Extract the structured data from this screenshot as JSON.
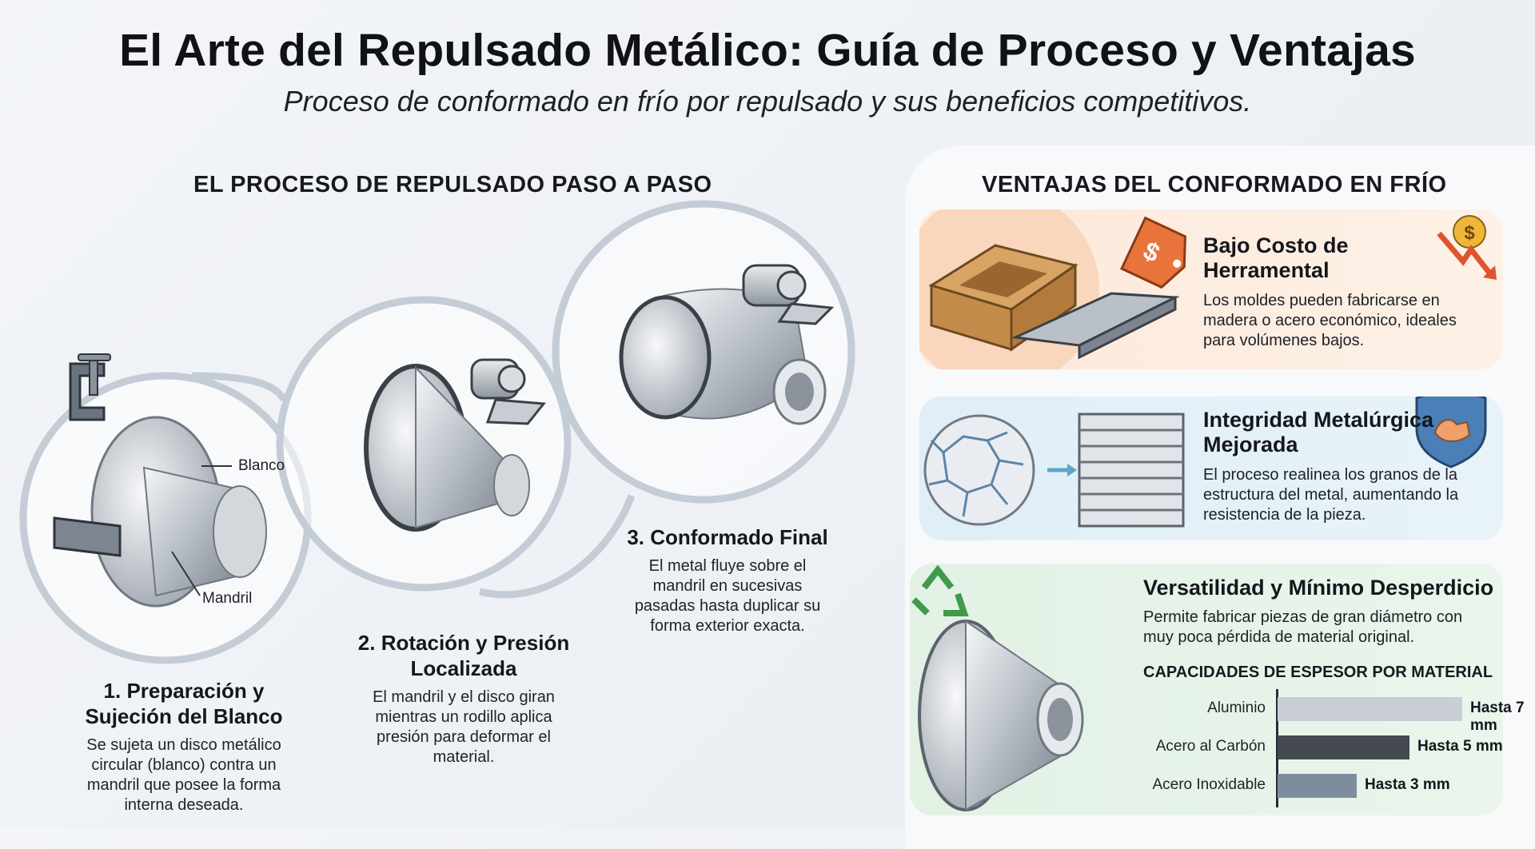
{
  "header": {
    "title": "El Arte del Repulsado Metálico: Guía de Proceso y Ventajas",
    "subtitle": "Proceso de conformado en frío por repulsado y sus beneficios competitivos."
  },
  "process": {
    "heading": "EL PROCESO DE REPULSADO PASO A PASO",
    "callouts": {
      "blank": "Blanco",
      "mandrel": "Mandril"
    },
    "steps": [
      {
        "title": "1. Preparación y Sujeción del Blanco",
        "desc": "Se sujeta un disco metálico circular (blanco) contra un mandril que posee la forma interna deseada."
      },
      {
        "title": "2. Rotación y Presión Localizada",
        "desc": "El mandril y el disco giran mientras un rodillo aplica presión para deformar el material."
      },
      {
        "title": "3. Conformado Final",
        "desc": "El metal fluye sobre el mandril en sucesivas pasadas hasta duplicar su forma exterior exacta."
      }
    ]
  },
  "advantages": {
    "heading": "VENTAJAS DEL CONFORMADO EN FRÍO",
    "cards": [
      {
        "title": "Bajo Costo de Herramental",
        "desc": "Los moldes pueden fabricarse en madera o acero económico, ideales para volúmenes bajos.",
        "icon": "price-tag-icon"
      },
      {
        "title": "Integridad Metalúrgica Mejorada",
        "desc": "El proceso realinea los granos de la estructura del metal, aumentando la resistencia de la pieza.",
        "icon": "shield-strength-icon"
      },
      {
        "title": "Versatilidad y Mínimo Desperdicio",
        "desc": "Permite fabricar piezas de gran diámetro con muy poca pérdida de material original.",
        "icon": "recycle-icon"
      }
    ]
  },
  "chart_data": {
    "type": "bar",
    "orientation": "horizontal",
    "title": "CAPACIDADES DE ESPESOR POR MATERIAL",
    "categories": [
      "Aluminio",
      "Acero al Carbón",
      "Acero Inoxidable"
    ],
    "values": [
      7,
      5,
      3
    ],
    "value_labels": [
      "Hasta 7 mm",
      "Hasta 5 mm",
      "Hasta 3 mm"
    ],
    "colors": [
      "#c9ced6",
      "#434851",
      "#7d8d9c"
    ],
    "unit": "mm",
    "xlim": [
      0,
      10
    ]
  }
}
